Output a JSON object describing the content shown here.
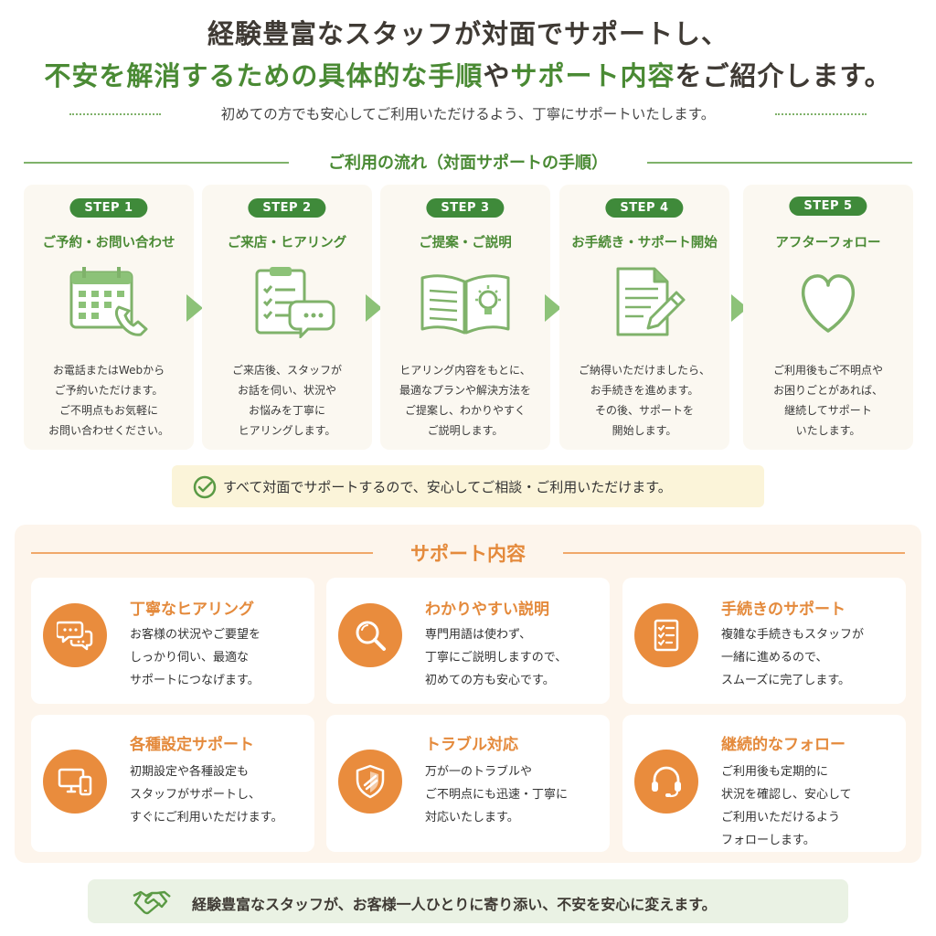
{
  "hero": {
    "line1": "経験豊富なスタッフが対面でサポートし、",
    "line2_green": "不安を解消するための具体的な手順",
    "line2_mid": "や",
    "line2_green2": "サポート内容",
    "line2_end": "をご紹介します。",
    "subtitle": "初めての方でも安心してご利用いただけるよう、丁寧にサポートいたします。"
  },
  "flow": {
    "heading": "ご利用の流れ（対面サポートの手順）",
    "steps": [
      {
        "badge": "STEP 1",
        "title": "ご予約・お問い合わせ",
        "icon": "calendar-phone-icon",
        "desc": [
          "お電話またはWebから",
          "ご予約いただけます。",
          "ご不明点もお気軽に",
          "お問い合わせください。"
        ]
      },
      {
        "badge": "STEP 2",
        "title": "ご来店・ヒアリング",
        "icon": "clipboard-chat-icon",
        "desc": [
          "ご来店後、スタッフが",
          "お話を伺い、状況や",
          "お悩みを丁寧に",
          "ヒアリングします。"
        ]
      },
      {
        "badge": "STEP 3",
        "title": "ご提案・ご説明",
        "icon": "open-book-bulb-icon",
        "desc": [
          "ヒアリング内容をもとに、",
          "最適なプランや解決方法を",
          "ご提案し、わかりやすく",
          "ご説明します。"
        ]
      },
      {
        "badge": "STEP 4",
        "title": "お手続き・サポート開始",
        "icon": "document-pen-icon",
        "desc": [
          "ご納得いただけましたら、",
          "お手続きを進めます。",
          "その後、サポートを",
          "開始します。"
        ]
      },
      {
        "badge": "STEP 5",
        "title": "アフターフォロー",
        "icon": "heart-icon",
        "desc": [
          "ご利用後もご不明点や",
          "お困りごとがあれば、",
          "継続してサポート",
          "いたします。"
        ]
      }
    ],
    "note": "すべて対面でサポートするので、安心してご相談・ご利用いただけます。"
  },
  "support": {
    "heading": "サポート内容",
    "items": [
      {
        "title": "丁寧なヒアリング",
        "icon": "speech-bubbles-icon",
        "desc": [
          "お客様の状況やご要望を",
          "しっかり伺い、最適な",
          "サポートにつなげます。"
        ]
      },
      {
        "title": "わかりやすい説明",
        "icon": "magnifier-icon",
        "desc": [
          "専門用語は使わず、",
          "丁寧にご説明しますので、",
          "初めての方も安心です。"
        ]
      },
      {
        "title": "手続きのサポート",
        "icon": "checklist-icon",
        "desc": [
          "複雑な手続きもスタッフが",
          "一緒に進めるので、",
          "スムーズに完了します。"
        ]
      },
      {
        "title": "各種設定サポート",
        "icon": "devices-icon",
        "desc": [
          "初期設定や各種設定も",
          "スタッフがサポートし、",
          "すぐにご利用いただけます。"
        ]
      },
      {
        "title": "トラブル対応",
        "icon": "shield-icon",
        "desc": [
          "万が一のトラブルや",
          "ご不明点にも迅速・丁寧に",
          "対応いたします。"
        ]
      },
      {
        "title": "継続的なフォロー",
        "icon": "headset-icon",
        "desc": [
          "ご利用後も定期的に",
          "状況を確認し、安心して",
          "ご利用いただけるよう",
          "フォローします。"
        ]
      }
    ]
  },
  "footer": {
    "message": "経験豊富なスタッフが、お客様一人ひとりに寄り添い、不安を安心に変えます。",
    "icon": "handshake-icon"
  },
  "colors": {
    "green": "#4a8a34",
    "badge_green": "#3f8a3a",
    "orange": "#e98c3d",
    "card_bg": "#fbf8f1"
  }
}
